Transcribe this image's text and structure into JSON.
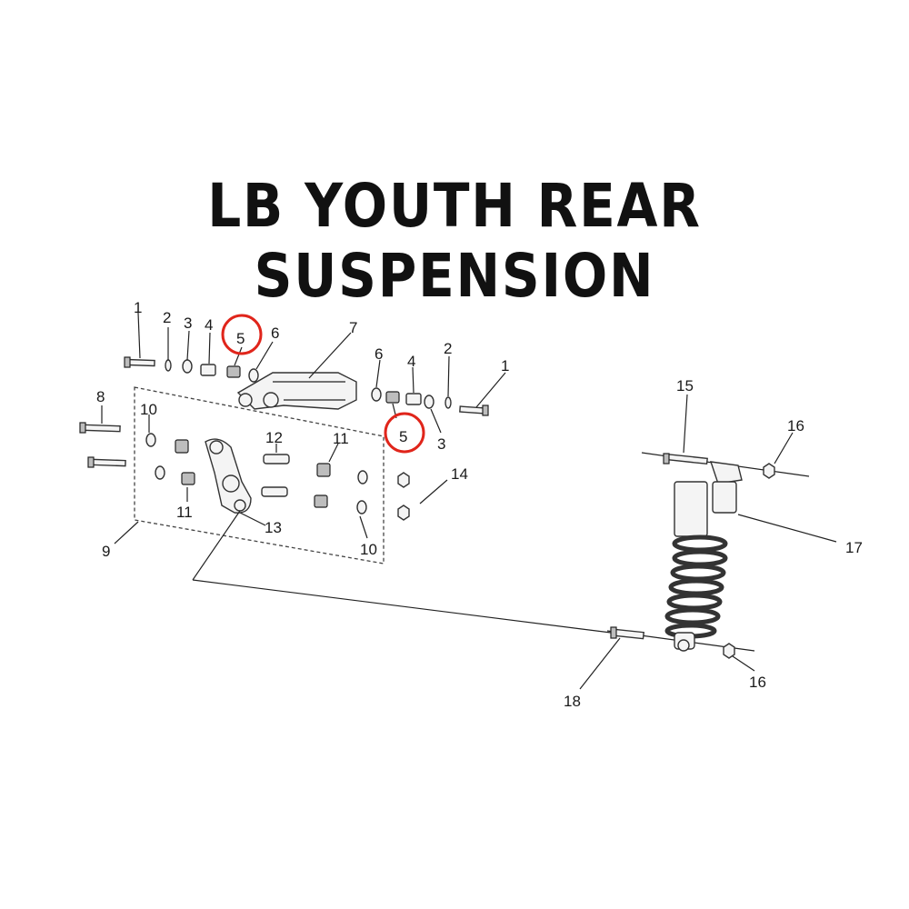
{
  "title": "LB YOUTH REAR SUSPENSION",
  "colors": {
    "highlight": "#e0251b",
    "ink": "#222222",
    "background": "#ffffff"
  },
  "callouts": [
    "1",
    "2",
    "3",
    "4",
    "5",
    "6",
    "7",
    "6",
    "4",
    "2",
    "1",
    "5",
    "3",
    "8",
    "10",
    "12",
    "11",
    "11",
    "13",
    "14",
    "10",
    "9",
    "15",
    "16",
    "17",
    "18",
    "16"
  ]
}
